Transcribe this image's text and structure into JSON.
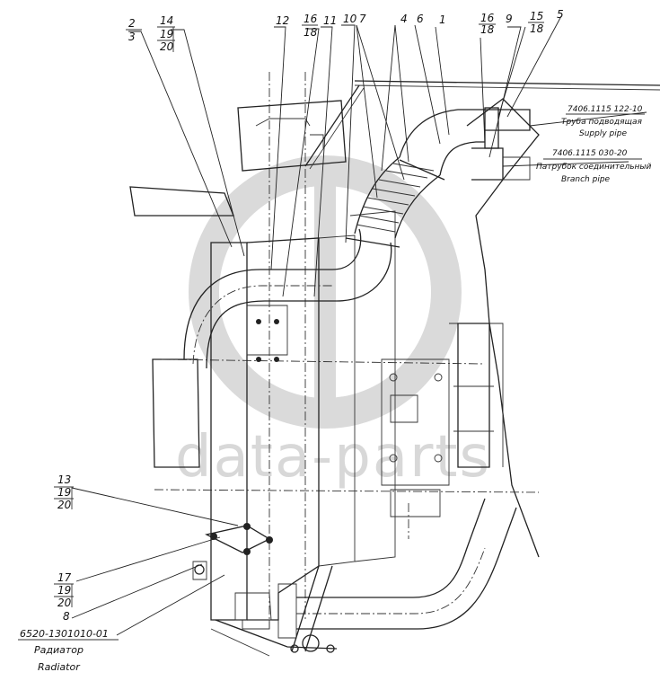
{
  "diagram": {
    "subject": "Radiator and cooling pipes assembly",
    "watermark": "data-parts",
    "colors": {
      "line": "#222222",
      "watermark": "#d8d8d8",
      "background": "#ffffff"
    },
    "top_callouts": [
      {
        "id": "c-2-3",
        "lines": [
          "2",
          "3"
        ]
      },
      {
        "id": "c-14-19-20",
        "lines": [
          "14",
          "19",
          "20"
        ]
      },
      {
        "id": "c-12",
        "lines": [
          "12"
        ]
      },
      {
        "id": "c-16-18-a",
        "lines": [
          "16",
          "18"
        ]
      },
      {
        "id": "c-11",
        "lines": [
          "11"
        ]
      },
      {
        "id": "c-10",
        "lines": [
          "10"
        ]
      },
      {
        "id": "c-7",
        "lines": [
          "7"
        ]
      },
      {
        "id": "c-4",
        "lines": [
          "4"
        ]
      },
      {
        "id": "c-6",
        "lines": [
          "6"
        ]
      },
      {
        "id": "c-1",
        "lines": [
          "1"
        ]
      },
      {
        "id": "c-16-18-b",
        "lines": [
          "16",
          "18"
        ]
      },
      {
        "id": "c-9",
        "lines": [
          "9"
        ]
      },
      {
        "id": "c-15-18",
        "lines": [
          "15",
          "18"
        ]
      },
      {
        "id": "c-5",
        "lines": [
          "5"
        ]
      }
    ],
    "right_labels": [
      {
        "part_no": "7406.1115 122-10",
        "name_ru": "Труба подводящая",
        "name_en": "Supply pipe"
      },
      {
        "part_no": "7406.1115 030-20",
        "name_ru": "Патрубок соединительный",
        "name_en": "Branch pipe"
      }
    ],
    "left_callouts": [
      {
        "id": "c-13-19-20",
        "lines": [
          "13",
          "19",
          "20"
        ]
      },
      {
        "id": "c-17-19-20",
        "lines": [
          "17",
          "19",
          "20"
        ]
      },
      {
        "id": "c-8",
        "lines": [
          "8"
        ]
      }
    ],
    "main_label": {
      "part_no": "6520-1301010-01",
      "name_ru": "Радиатор",
      "name_en": "Radiator"
    }
  }
}
